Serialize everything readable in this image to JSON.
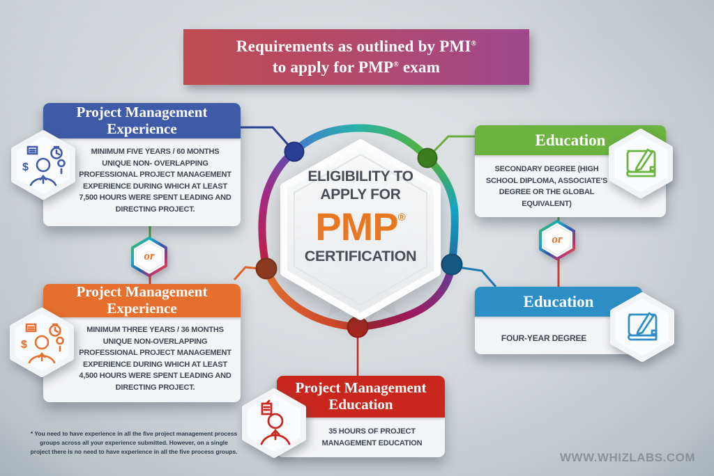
{
  "banner": {
    "line1_text": "Requirements as outlined by PMI",
    "line1_sup": "®",
    "line2_pre": "to apply for PMP",
    "line2_sup": "®",
    "line2_post": " exam"
  },
  "center": {
    "line1": "ELIGIBILITY TO",
    "line2": "APPLY FOR",
    "acronym": "PMP",
    "registered": "®",
    "line3": "CERTIFICATION"
  },
  "or_label": "or",
  "cards": {
    "experience_top": {
      "title": "Project Management Experience",
      "body": "MINIMUM FIVE YEARS / 60 MONTHS UNIQUE NON- OVERLAPPING PROFESSIONAL PROJECT MANAGEMENT EXPERIENCE DURING WHICH AT LEAST 7,500 HOURS WERE SPENT LEADING AND DIRECTING PROJECT.",
      "header_color": "#3d5ba6"
    },
    "experience_bottom": {
      "title": "Project Management Experience",
      "body": "MINIMUM THREE YEARS / 36 MONTHS UNIQUE NON-OVERLAPPING PROFESSIONAL PROJECT MANAGEMENT EXPERIENCE DURING WHICH AT LEAST 4,500 HOURS WERE SPENT LEADING AND DIRECTING PROJECT.",
      "header_color": "#e66f2d"
    },
    "education_top": {
      "title": "Education",
      "body": "SECONDARY DEGREE (HIGH SCHOOL DIPLOMA, ASSOCIATE'S DEGREE OR THE GLOBAL EQUIVALENT)",
      "header_color": "#6cb33f"
    },
    "education_bottom": {
      "title": "Education",
      "body": "FOUR-YEAR DEGREE",
      "header_color": "#2d8fc6"
    },
    "pm_education": {
      "title": "Project Management Education",
      "body": "35 HOURS OF PROJECT MANAGEMENT EDUCATION",
      "header_color": "#c9271e"
    }
  },
  "footnote": "* You need to have experience in all the five project management process groups across all your experience submitted. However, on a single project there is no need to have experience in all the five process groups.",
  "website": "WWW.WHIZLABS.COM",
  "icons": {
    "experience_badge": "person-money-time-icons",
    "education_badge": "book-pencil-icon",
    "pm_education_badge": "person-document-icon"
  },
  "colors": {
    "banner_left": "#c04b51",
    "banner_right": "#a0478d",
    "pmp_orange": "#e87722",
    "text_dark": "#474d54",
    "ring_teal": "#29b3aa",
    "ring_green": "#55b23a",
    "ring_blue": "#1a6fa5",
    "ring_purple": "#6a3d99",
    "ring_magenta": "#a0195c",
    "ring_red": "#c1203f",
    "ring_orange": "#ea7630",
    "node_navy": "#2a3f96",
    "node_green": "#3e7d22",
    "node_blue": "#135a85",
    "node_maroon": "#8e3a1e",
    "node_red": "#ab241a"
  }
}
